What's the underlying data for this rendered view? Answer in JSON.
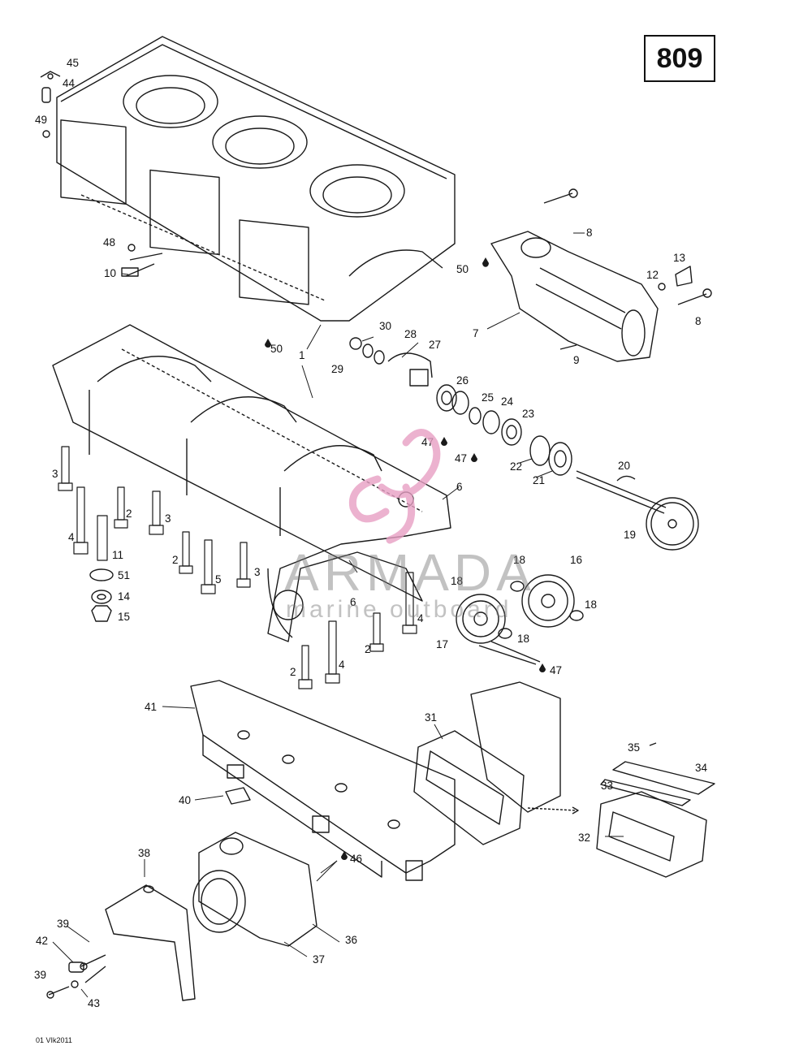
{
  "diagram_number": "809",
  "watermark": {
    "brand": "ARMADA",
    "subtitle": "marine outboard",
    "logo_color": "#e8a0c4"
  },
  "figure_code": "01 VIk2011",
  "part_labels": [
    {
      "id": "45",
      "text": "45"
    },
    {
      "id": "44",
      "text": "44"
    },
    {
      "id": "49",
      "text": "49"
    },
    {
      "id": "48",
      "text": "48"
    },
    {
      "id": "10",
      "text": "10"
    },
    {
      "id": "8a",
      "text": "8"
    },
    {
      "id": "50a",
      "text": "50"
    },
    {
      "id": "13",
      "text": "13"
    },
    {
      "id": "12",
      "text": "12"
    },
    {
      "id": "8b",
      "text": "8"
    },
    {
      "id": "7",
      "text": "7"
    },
    {
      "id": "9",
      "text": "9"
    },
    {
      "id": "30",
      "text": "30"
    },
    {
      "id": "28",
      "text": "28"
    },
    {
      "id": "27",
      "text": "27"
    },
    {
      "id": "29",
      "text": "29"
    },
    {
      "id": "50b",
      "text": "50"
    },
    {
      "id": "1",
      "text": "1"
    },
    {
      "id": "26",
      "text": "26"
    },
    {
      "id": "25",
      "text": "25"
    },
    {
      "id": "24",
      "text": "24"
    },
    {
      "id": "23",
      "text": "23"
    },
    {
      "id": "47a",
      "text": "47"
    },
    {
      "id": "47b",
      "text": "47"
    },
    {
      "id": "22",
      "text": "22"
    },
    {
      "id": "21",
      "text": "21"
    },
    {
      "id": "20",
      "text": "20"
    },
    {
      "id": "19",
      "text": "19"
    },
    {
      "id": "6a",
      "text": "6"
    },
    {
      "id": "6b",
      "text": "6"
    },
    {
      "id": "3a",
      "text": "3"
    },
    {
      "id": "2a",
      "text": "2"
    },
    {
      "id": "3b",
      "text": "3"
    },
    {
      "id": "4a",
      "text": "4"
    },
    {
      "id": "11",
      "text": "11"
    },
    {
      "id": "51",
      "text": "51"
    },
    {
      "id": "14",
      "text": "14"
    },
    {
      "id": "15",
      "text": "15"
    },
    {
      "id": "2b",
      "text": "2"
    },
    {
      "id": "5",
      "text": "5"
    },
    {
      "id": "3c",
      "text": "3"
    },
    {
      "id": "18a",
      "text": "18"
    },
    {
      "id": "16",
      "text": "16"
    },
    {
      "id": "18b",
      "text": "18"
    },
    {
      "id": "18c",
      "text": "18"
    },
    {
      "id": "18d",
      "text": "18"
    },
    {
      "id": "17",
      "text": "17"
    },
    {
      "id": "47c",
      "text": "47"
    },
    {
      "id": "2c",
      "text": "2"
    },
    {
      "id": "4b",
      "text": "4"
    },
    {
      "id": "2d",
      "text": "2"
    },
    {
      "id": "4c",
      "text": "4"
    },
    {
      "id": "41",
      "text": "41"
    },
    {
      "id": "31",
      "text": "31"
    },
    {
      "id": "35",
      "text": "35"
    },
    {
      "id": "34",
      "text": "34"
    },
    {
      "id": "33",
      "text": "33"
    },
    {
      "id": "32",
      "text": "32"
    },
    {
      "id": "40",
      "text": "40"
    },
    {
      "id": "46",
      "text": "46"
    },
    {
      "id": "38",
      "text": "38"
    },
    {
      "id": "36",
      "text": "36"
    },
    {
      "id": "37",
      "text": "37"
    },
    {
      "id": "39a",
      "text": "39"
    },
    {
      "id": "42",
      "text": "42"
    },
    {
      "id": "39b",
      "text": "39"
    },
    {
      "id": "43",
      "text": "43"
    }
  ]
}
